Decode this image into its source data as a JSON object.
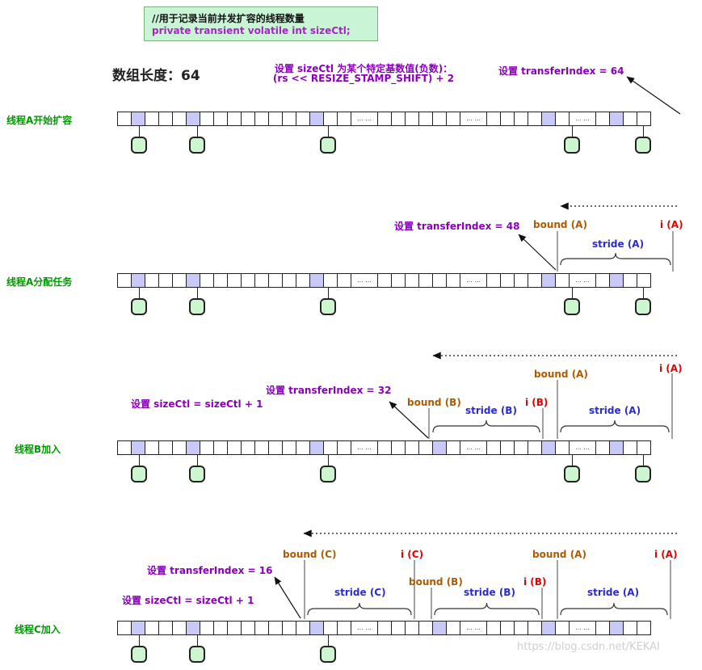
{
  "code_box": {
    "comment": "//用于记录当前并发扩容的线程数量",
    "code": "private transient volatile int sizeCtl;"
  },
  "header": {
    "array_length_label": "数组长度：64",
    "sizectl_formula_line1": "设置 sizeCtl 为某个特定基数值(负数)：",
    "sizectl_formula_line2": "(rs << RESIZE_STAMP_SHIFT) + 2",
    "transfer_index_64": "设置 transferIndex = 64"
  },
  "colors": {
    "purple": "#8b00bb",
    "brown": "#b05a00",
    "red": "#e80000",
    "blue": "#2a2ad4",
    "green": "#009900",
    "code_purple": "#a626c4",
    "cell_highlight": "#c9c9f7",
    "node_fill": "#cdf5cf",
    "codebox_bg": "#c9f4d6"
  },
  "ellipsis": "... ...",
  "rows": [
    {
      "label": "线程A开始扩容",
      "cells": [
        "n",
        "h",
        "n",
        "n",
        "n",
        "h",
        "n",
        "n",
        "n",
        "n",
        "n",
        "n",
        "n",
        "n",
        "h",
        "n",
        "n",
        "e",
        "n",
        "n",
        "n",
        "n",
        "n",
        "n",
        "e",
        "n",
        "n",
        "n",
        "n",
        "h",
        "n",
        "e",
        "n",
        "h",
        "n",
        "n"
      ]
    },
    {
      "label": "线程A分配任务",
      "annotations": {
        "transfer_index": "设置 transferIndex = 48",
        "bound_a": "bound (A)",
        "i_a": "i (A)",
        "stride_a": "stride (A)"
      },
      "cells": [
        "n",
        "h",
        "n",
        "n",
        "n",
        "h",
        "n",
        "n",
        "n",
        "n",
        "n",
        "n",
        "n",
        "n",
        "h",
        "n",
        "n",
        "e",
        "n",
        "n",
        "n",
        "n",
        "n",
        "n",
        "e",
        "n",
        "n",
        "n",
        "n",
        "h",
        "n",
        "e",
        "n",
        "h",
        "n",
        "n"
      ]
    },
    {
      "label": "线程B加入",
      "annotations": {
        "sizectl": "设置 sizeCtl = sizeCtl + 1",
        "transfer_index": "设置 transferIndex = 32",
        "bound_a": "bound (A)",
        "i_a": "i (A)",
        "bound_b": "bound (B)",
        "i_b": "i (B)",
        "stride_a": "stride (A)",
        "stride_b": "stride (B)"
      },
      "cells": [
        "n",
        "h",
        "n",
        "n",
        "n",
        "h",
        "n",
        "n",
        "n",
        "n",
        "n",
        "n",
        "n",
        "n",
        "h",
        "n",
        "n",
        "e",
        "n",
        "n",
        "n",
        "n",
        "p",
        "n",
        "e",
        "n",
        "n",
        "n",
        "n",
        "h",
        "n",
        "e",
        "n",
        "h",
        "n",
        "n"
      ]
    },
    {
      "label": "线程C加入",
      "annotations": {
        "sizectl": "设置 sizeCtl = sizeCtl + 1",
        "transfer_index": "设置 transferIndex = 16",
        "bound_a": "bound (A)",
        "i_a": "i (A)",
        "bound_b": "bound (B)",
        "i_b": "i (B)",
        "bound_c": "bound (C)",
        "i_c": "i (C)",
        "stride_a": "stride (A)",
        "stride_b": "stride (B)",
        "stride_c": "stride (C)"
      },
      "cells": [
        "n",
        "h",
        "n",
        "n",
        "n",
        "h",
        "n",
        "n",
        "n",
        "n",
        "n",
        "n",
        "n",
        "n",
        "h",
        "n",
        "n",
        "e",
        "n",
        "n",
        "n",
        "n",
        "p",
        "n",
        "e",
        "n",
        "n",
        "n",
        "n",
        "p",
        "n",
        "e",
        "n",
        "p",
        "n",
        "n"
      ]
    }
  ],
  "watermark": "https://blog.csdn.net/KEKAI"
}
